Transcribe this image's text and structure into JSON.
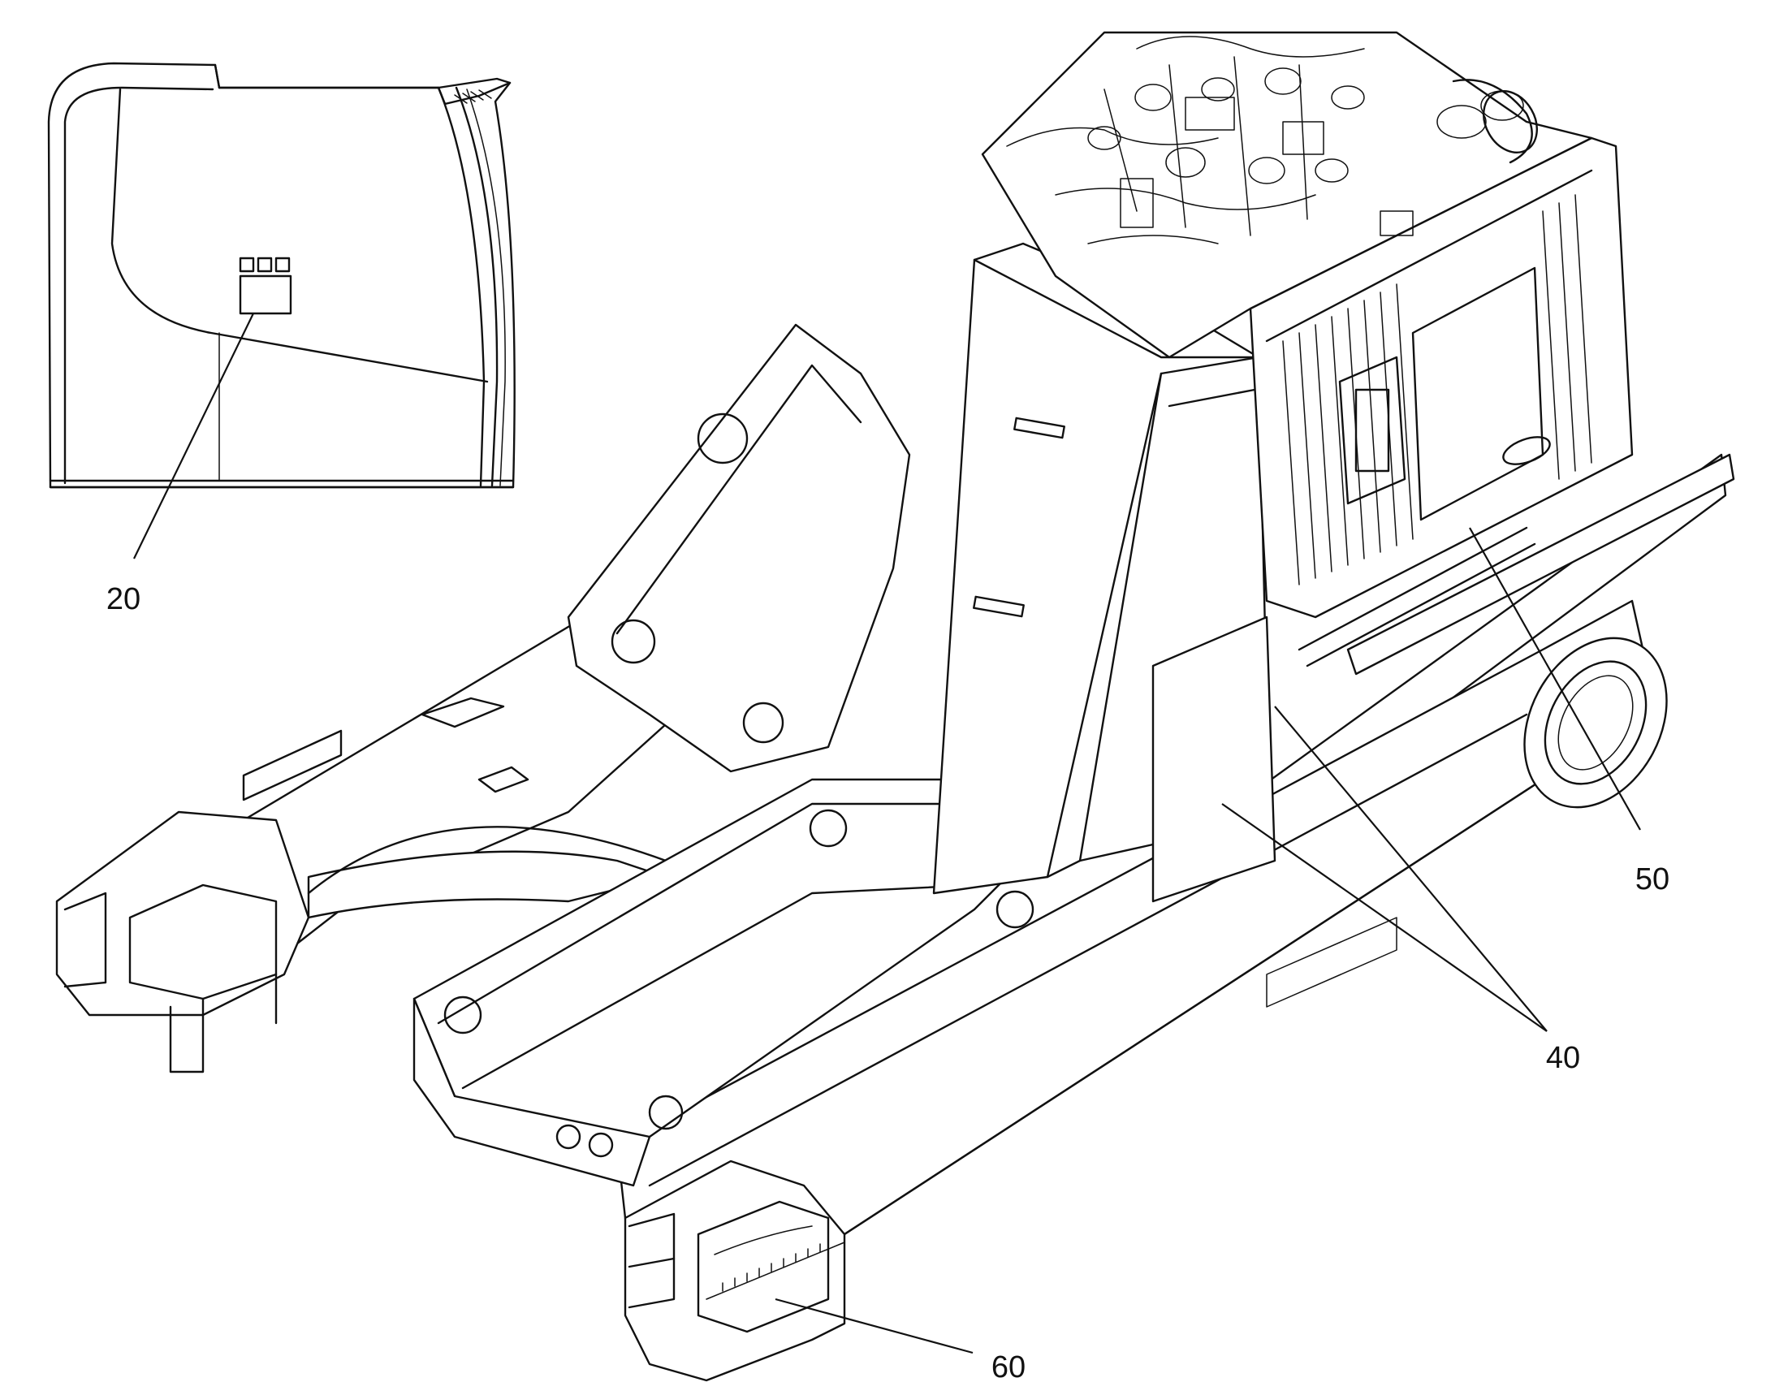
{
  "callouts": {
    "c20": "20",
    "c40": "40",
    "c50": "50",
    "c60": "60"
  }
}
